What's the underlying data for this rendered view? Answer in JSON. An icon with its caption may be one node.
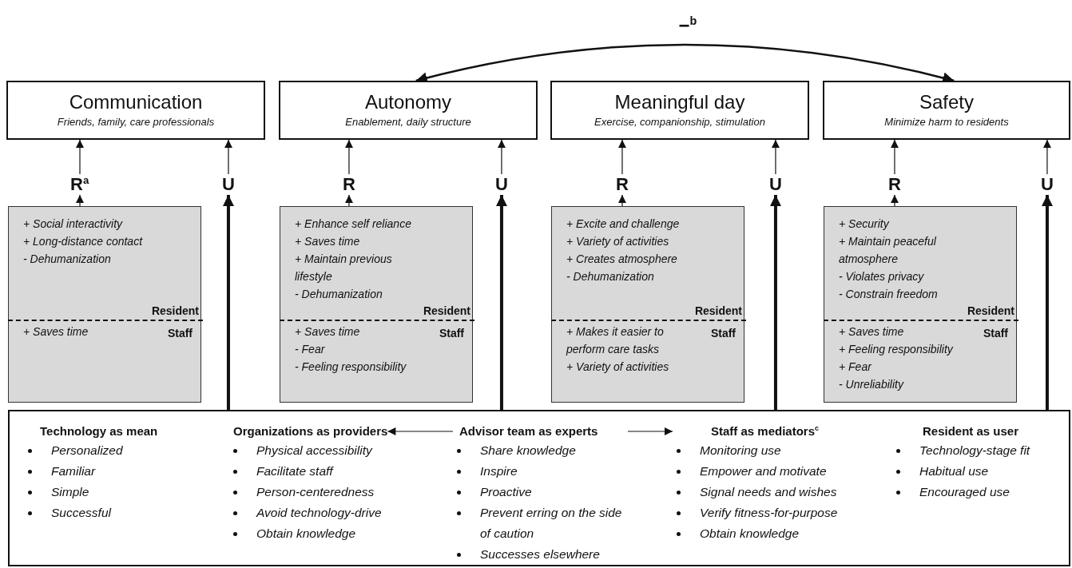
{
  "diagram": {
    "nodes": [
      {
        "text": [
          "Communication",
          "Friends, family, care professionals"
        ]
      },
      {
        "text": [
          "Autonomy",
          "Enablement, daily structure"
        ]
      },
      {
        "text": [
          "Meaningful day",
          "Exercise, companionship, stimulation"
        ]
      },
      {
        "text": [
          "Safety",
          "Minimize harm to residents"
        ]
      },
      {
        "text": [
          "R$^{a}$"
        ]
      },
      {
        "text": [
          "U"
        ]
      },
      {
        "text": [
          "R"
        ]
      },
      {
        "text": [
          "U"
        ]
      },
      {
        "text": [
          "R"
        ]
      },
      {
        "text": [
          "U"
        ]
      },
      {
        "text": [
          "R"
        ]
      },
      {
        "text": [
          "U"
        ]
      },
      {
        "text": [],
        "shape": "box"
      },
      {
        "text": [
          "+ Social interactivity",
          "+ Long-distance contact",
          "- Dehumanization",
          "Resident"
        ],
        "in": 12
      },
      {
        "text": [
          "+ Saves time",
          "Staff"
        ],
        "in": 12
      },
      {
        "text": [],
        "shape": "box"
      },
      {
        "text": [
          "+ Enhance self reliance",
          "+ Saves time",
          "+ Maintain previous lifestyle",
          "- Dehumanization",
          "Resident"
        ],
        "in": 15
      },
      {
        "text": [
          "+ Saves time",
          "- Fear",
          "- Feeling responsibility",
          "Staff"
        ],
        "in": 15
      },
      {
        "text": [],
        "shape": "box"
      },
      {
        "text": [
          "+ Excite and challenge",
          "+ Variety of activities",
          "+ Creates atmosphere",
          "- Dehumanization",
          "Resident"
        ],
        "in": 18
      },
      {
        "text": [
          "+ Makes it easier to perform care tasks",
          "+ Variety of activities",
          "Staff"
        ],
        "in": 18
      },
      {
        "text": [],
        "shape": "box"
      },
      {
        "text": [
          "+ Security",
          "+ Maintain peaceful atmosphere",
          "- Violates privacy",
          "- Constrain freedom",
          "Resident"
        ],
        "in": 21
      },
      {
        "text": [
          "+ Saves time",
          "+ Feeling responsibility",
          "+ Fear",
          "- Unreliability",
          "Staff"
        ],
        "in": 21
      },
      {
        "text": [],
        "shape": "box"
      },
      {
        "text": [
          "Technology as mean",
          "Personalized",
          "Familiar",
          "Simple",
          "Successful"
        ],
        "in": 24
      },
      {
        "text": [
          "Organizations as providers",
          "Physical accessibility",
          "Facilitate staff",
          "Person-centeredness",
          "Avoid technology-drive",
          "Obtain knowledge"
        ],
        "in": 24
      },
      {
        "text": [
          "Advisor team as experts",
          "Share knowledge",
          "Inspire",
          "Proactive",
          "Prevent erring on the side of caution",
          "Successes elsewhere"
        ],
        "in": 24
      },
      {
        "text": [
          "Staff as mediators$^{c}$",
          "Monitoring use",
          "Empower and motivate",
          "Signal needs and wishes",
          "Verify fitness-for-purpose",
          "Obtain knowledge"
        ],
        "in": 24
      },
      {
        "text": [
          "Resident as user",
          "Technology-stage fit",
          "Habitual use",
          "Encouraged use"
        ],
        "in": 24
      }
    ],
    "edges": [
      {
        "from": 1,
        "to": 3,
        "arrow": "both",
        "label": "−$^{b}$"
      },
      {
        "from": 4,
        "to": 0,
        "arrow": "to"
      },
      {
        "from": 12,
        "to": 4,
        "arrow": "to"
      },
      {
        "from": 5,
        "to": 0,
        "arrow": "to"
      },
      {
        "from": 24,
        "to": 5,
        "arrow": "to",
        "style": "thick"
      },
      {
        "from": 6,
        "to": 1,
        "arrow": "to"
      },
      {
        "from": 15,
        "to": 6,
        "arrow": "to"
      },
      {
        "from": 7,
        "to": 1,
        "arrow": "to"
      },
      {
        "from": 24,
        "to": 7,
        "arrow": "to",
        "style": "thick"
      },
      {
        "from": 8,
        "to": 2,
        "arrow": "to"
      },
      {
        "from": 18,
        "to": 8,
        "arrow": "to"
      },
      {
        "from": 9,
        "to": 2,
        "arrow": "to"
      },
      {
        "from": 24,
        "to": 9,
        "arrow": "to",
        "style": "thick"
      },
      {
        "from": 10,
        "to": 3,
        "arrow": "to"
      },
      {
        "from": 21,
        "to": 10,
        "arrow": "to"
      },
      {
        "from": 11,
        "to": 3,
        "arrow": "to"
      },
      {
        "from": 24,
        "to": 11,
        "arrow": "to",
        "style": "thick"
      },
      {
        "from": 27,
        "to": 26,
        "arrow": "to"
      },
      {
        "from": 27,
        "to": 28,
        "arrow": "to"
      }
    ]
  }
}
